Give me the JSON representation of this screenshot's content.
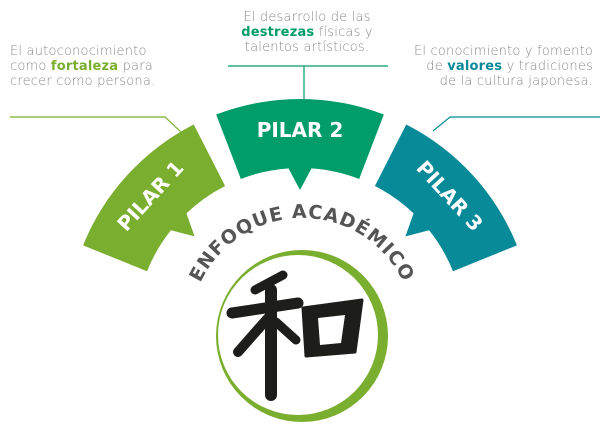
{
  "colors": {
    "pilar1": "#7aae2f",
    "pilar2": "#009c69",
    "pilar3": "#088a99",
    "text": "#8a8a8a",
    "center_text": "#555555",
    "kanji": "#1d1d1b"
  },
  "pillars": [
    {
      "label": "PILAR 1",
      "desc_before": "El autoconocimiento como ",
      "desc_highlight": "fortaleza",
      "desc_after": " para crecer como persona."
    },
    {
      "label": "PILAR 2",
      "desc_before": "El desarrollo de las ",
      "desc_highlight": "destrezas",
      "desc_after": " físicas y talentos artísticos."
    },
    {
      "label": "PILAR 3",
      "desc_before": "El conocimiento y fomento de ",
      "desc_highlight": "valores",
      "desc_after": " y tradiciones de la cultura japonesa."
    }
  ],
  "center": {
    "title": "ENFOQUE ACADÉMICO",
    "symbol": "和",
    "symbol_icon": "kanji-wa"
  }
}
